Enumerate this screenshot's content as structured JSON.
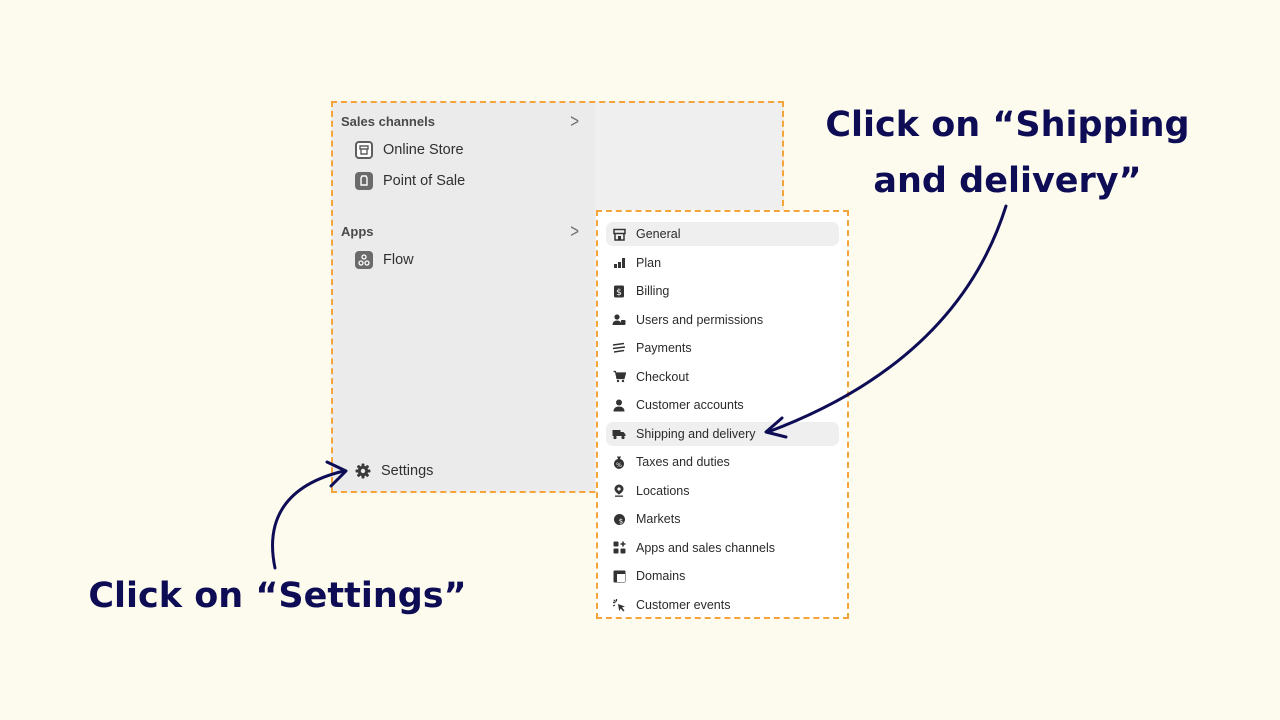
{
  "sidebar": {
    "sections": [
      {
        "title": "Sales channels",
        "chevron": ">",
        "items": [
          {
            "label": "Online Store",
            "icon": "store-icon"
          },
          {
            "label": "Point of Sale",
            "icon": "pos-icon"
          }
        ]
      },
      {
        "title": "Apps",
        "chevron": ">",
        "items": [
          {
            "label": "Flow",
            "icon": "flow-icon"
          }
        ]
      }
    ],
    "settings_label": "Settings"
  },
  "settings_menu": {
    "items": [
      {
        "label": "General",
        "icon": "store-icon",
        "highlighted": true
      },
      {
        "label": "Plan",
        "icon": "plan-icon"
      },
      {
        "label": "Billing",
        "icon": "billing-icon"
      },
      {
        "label": "Users and permissions",
        "icon": "users-icon"
      },
      {
        "label": "Payments",
        "icon": "payments-icon"
      },
      {
        "label": "Checkout",
        "icon": "cart-icon"
      },
      {
        "label": "Customer accounts",
        "icon": "person-icon"
      },
      {
        "label": "Shipping and delivery",
        "icon": "truck-icon",
        "highlighted": true
      },
      {
        "label": "Taxes and duties",
        "icon": "tax-icon"
      },
      {
        "label": "Locations",
        "icon": "location-pin-icon"
      },
      {
        "label": "Markets",
        "icon": "globe-icon"
      },
      {
        "label": "Apps and sales channels",
        "icon": "apps-icon"
      },
      {
        "label": "Domains",
        "icon": "domain-icon"
      },
      {
        "label": "Customer events",
        "icon": "cursor-click-icon"
      }
    ]
  },
  "annotations": {
    "shipping_line1": "Click on “Shipping",
    "shipping_line2": "and delivery”",
    "settings": "Click on “Settings”"
  },
  "colors": {
    "background": "#fcfbee",
    "dashed_border": "#f5a43a",
    "annotation_text": "#0d0c55"
  }
}
